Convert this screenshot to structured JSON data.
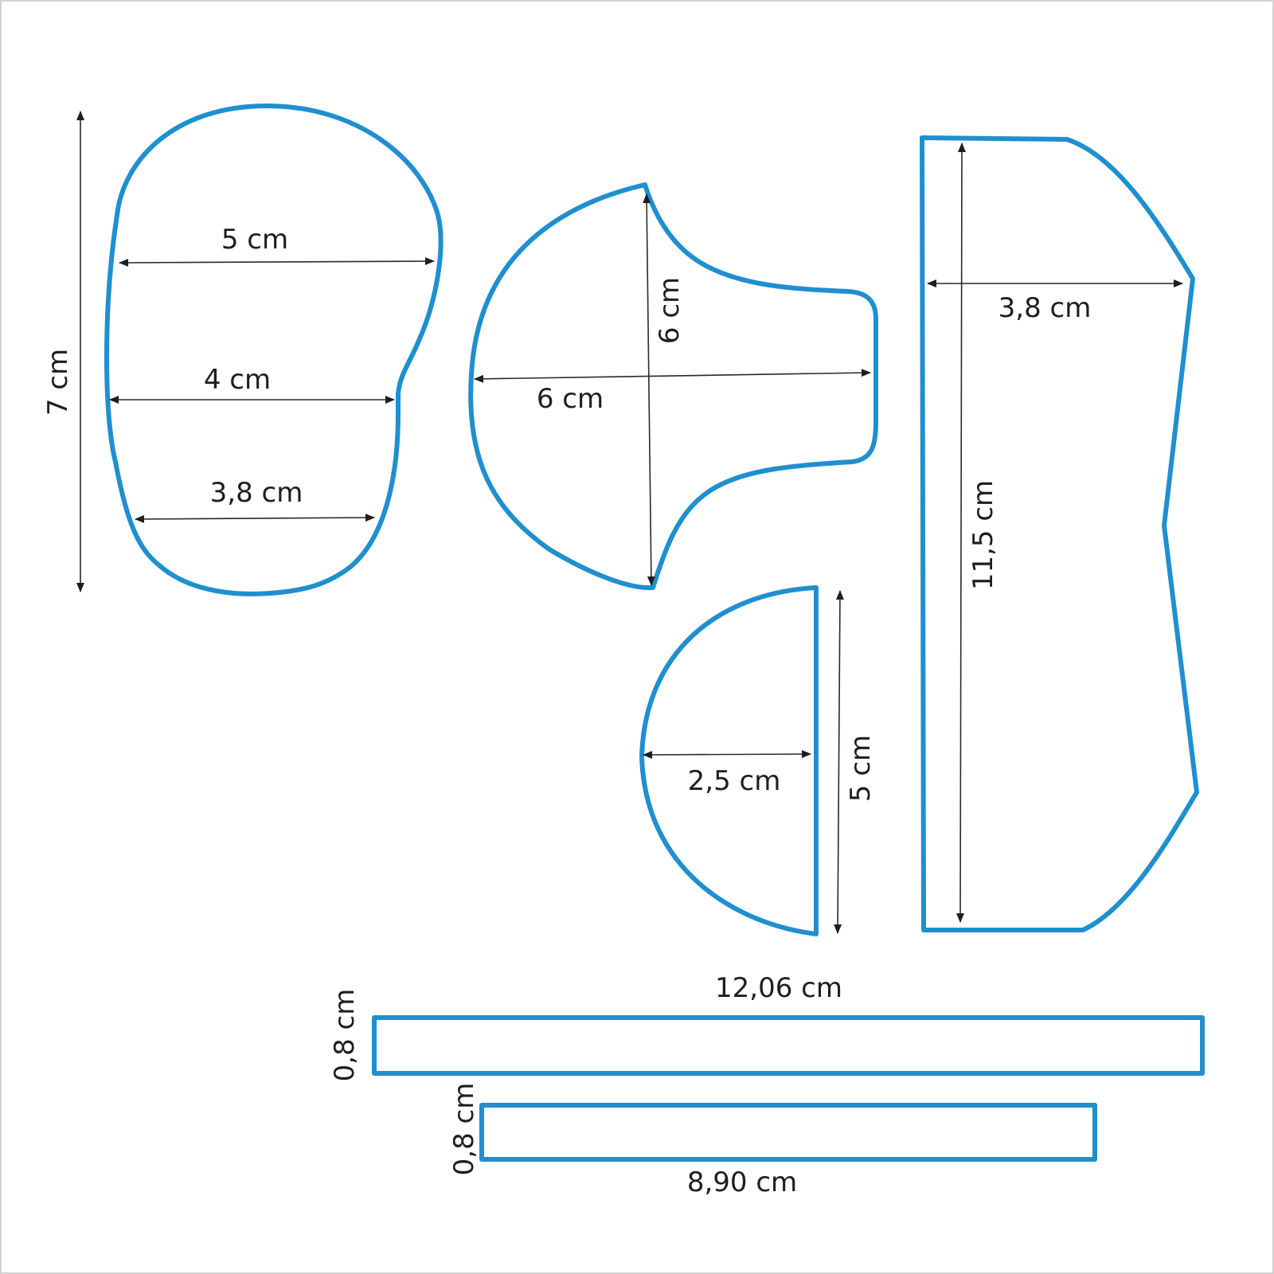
{
  "colors": {
    "outline": "#1f8fcf",
    "dimension": "#2a2a2a",
    "background": "#ffffff"
  },
  "labels": {
    "body_height": "7 cm",
    "body_width_top": "5 cm",
    "body_width_mid": "4 cm",
    "body_width_low": "3,8 cm",
    "head_height": "6 cm",
    "head_width": "6 cm",
    "half_circle_height": "5 cm",
    "half_circle_width": "2,5 cm",
    "panel_height": "11,5 cm",
    "panel_width": "3,8 cm",
    "strip_long_length": "12,06 cm",
    "strip_long_width": "0,8 cm",
    "strip_short_length": "8,90 cm",
    "strip_short_width": "0,8 cm"
  }
}
